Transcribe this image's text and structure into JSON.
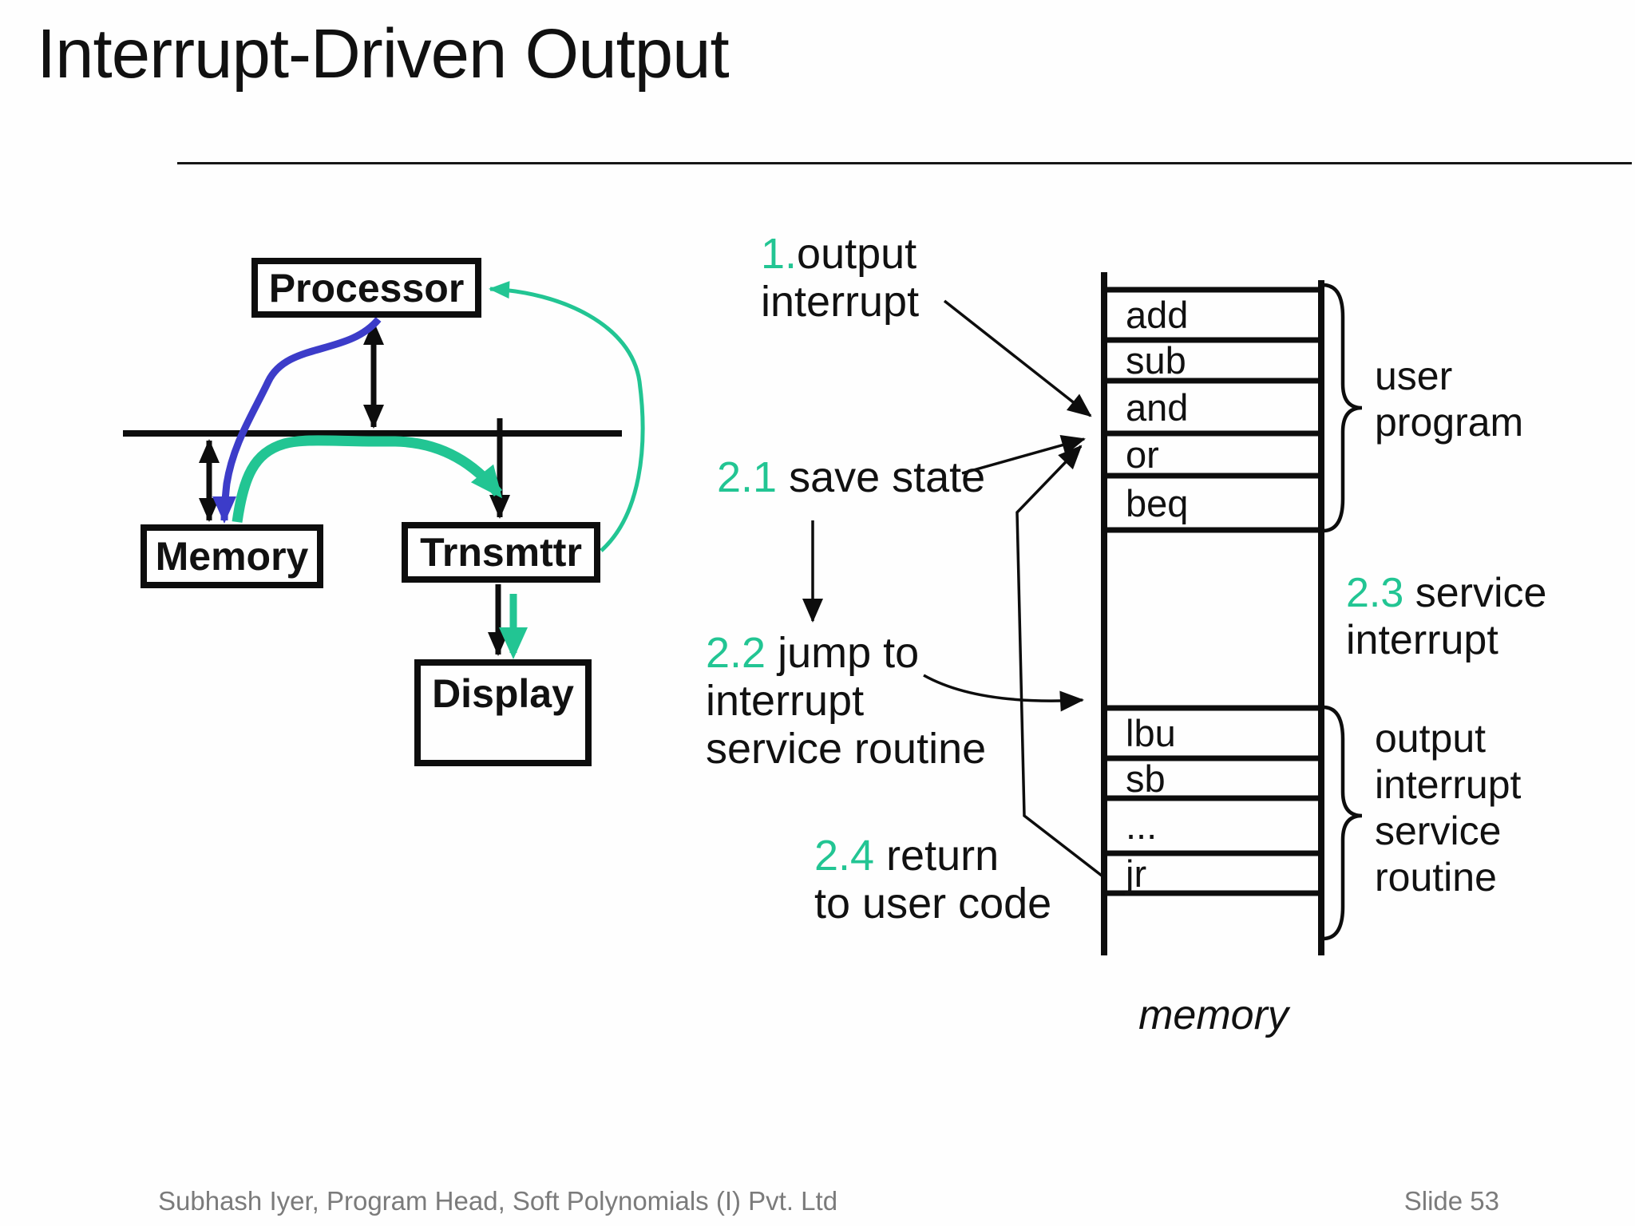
{
  "slide": {
    "title": "Interrupt-Driven Output",
    "footer": {
      "credit": "Subhash Iyer, Program Head, Soft Polynomials (I) Pvt. Ltd",
      "slide_number": "Slide 53"
    }
  },
  "device_diagram": {
    "processor": "Processor",
    "memory": "Memory",
    "transmitter": "Trnsmttr",
    "display": "Display"
  },
  "memory_diagram": {
    "user_rows": [
      "add",
      "sub",
      "and",
      "or",
      "beq"
    ],
    "isr_rows": [
      "lbu",
      "sb",
      "...",
      "jr"
    ],
    "user_program_label": [
      "user",
      "program"
    ],
    "isr_label": [
      "output",
      "interrupt",
      "service",
      "routine"
    ],
    "caption": "memory"
  },
  "steps": {
    "s1": {
      "num": "1.",
      "text": "output",
      "line2": "interrupt"
    },
    "s21": {
      "num": "2.1 ",
      "text": "save state"
    },
    "s22": {
      "num": "2.2 ",
      "text": "jump to",
      "line2": "interrupt",
      "line3": "service routine"
    },
    "s23": {
      "num": "2.3 ",
      "text": "service",
      "line2": "interrupt"
    },
    "s24": {
      "num": "2.4 ",
      "text": "return",
      "line2": "to user code"
    }
  },
  "colors": {
    "accent_green": "#22c593",
    "accent_blue": "#3c3cc9",
    "text": "#111111",
    "footer": "#7b7b7b"
  }
}
